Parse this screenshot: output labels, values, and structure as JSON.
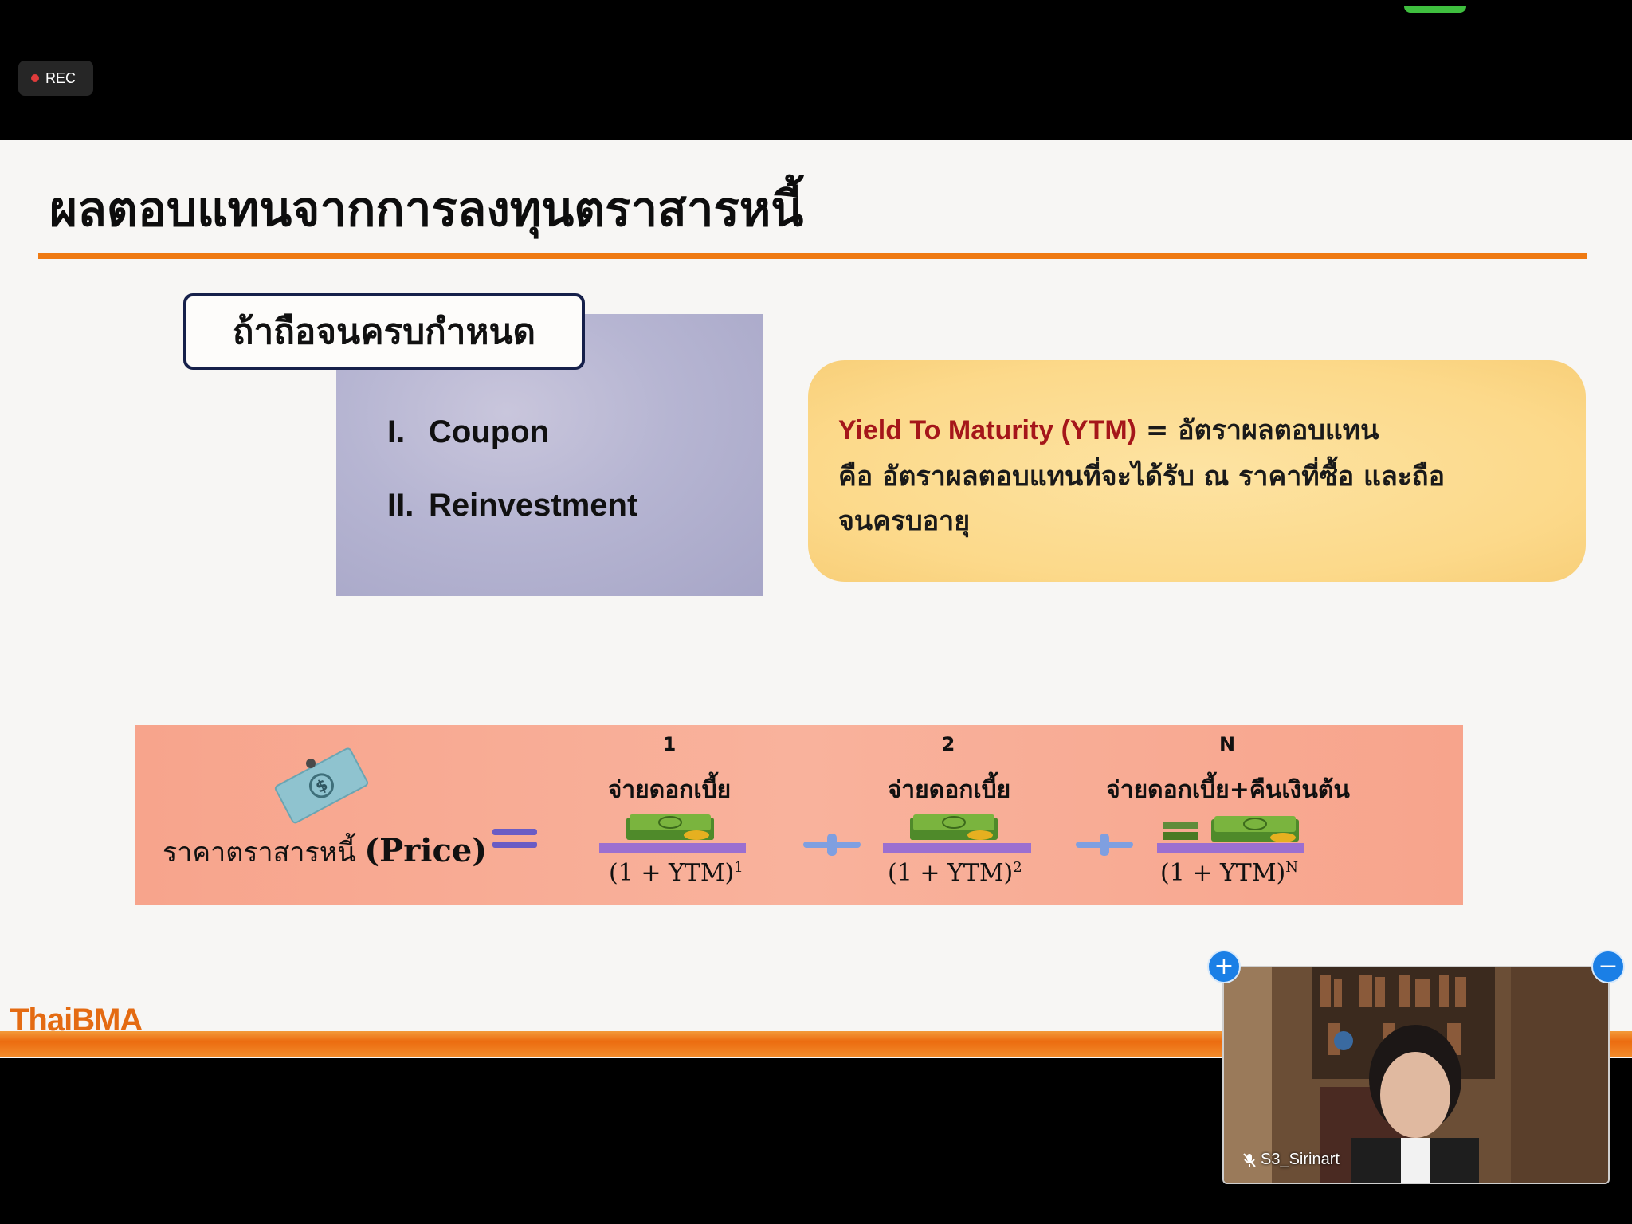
{
  "recording": {
    "label": "REC"
  },
  "slide": {
    "title": "ผลตอบแทนจากการลงทุนตราสารหนี้",
    "hold_label": "ถ้าถือจนครบกำหนด",
    "components": [
      {
        "num": "I.",
        "label": "Coupon"
      },
      {
        "num": "II.",
        "label": "Reinvestment"
      }
    ],
    "ytm": {
      "term": "Yield To Maturity (YTM)",
      "line1_rest": " = อัตราผลตอบแทน",
      "line2": "คือ อัตราผลตอบแทนที่จะได้รับ ณ ราคาที่ซื้อ และถือ",
      "line3": "จนครบอายุ"
    },
    "formula": {
      "price_label_th": "ราคาตราสารหนี้",
      "price_label_en": "(Price)",
      "terms": [
        {
          "period": "1",
          "label": "จ่ายดอกเบี้ย",
          "denominator": "(1 +  YTM)",
          "exponent": "1"
        },
        {
          "period": "2",
          "label": "จ่ายดอกเบี้ย",
          "denominator": "(1 +  YTM)",
          "exponent": "2"
        },
        {
          "period": "N",
          "label": "จ่ายดอกเบี้ย+คืนเงินต้น",
          "denominator": "(1 +  YTM)",
          "exponent": "N"
        }
      ]
    },
    "logo": "ThaiBMA"
  },
  "participant": {
    "name": "S3_Sirinart"
  },
  "colors": {
    "accent": "#ef7a12",
    "ytm_term": "#a5161a",
    "fraction_bar": "#9b6fd0",
    "band": "#f7a48c"
  }
}
